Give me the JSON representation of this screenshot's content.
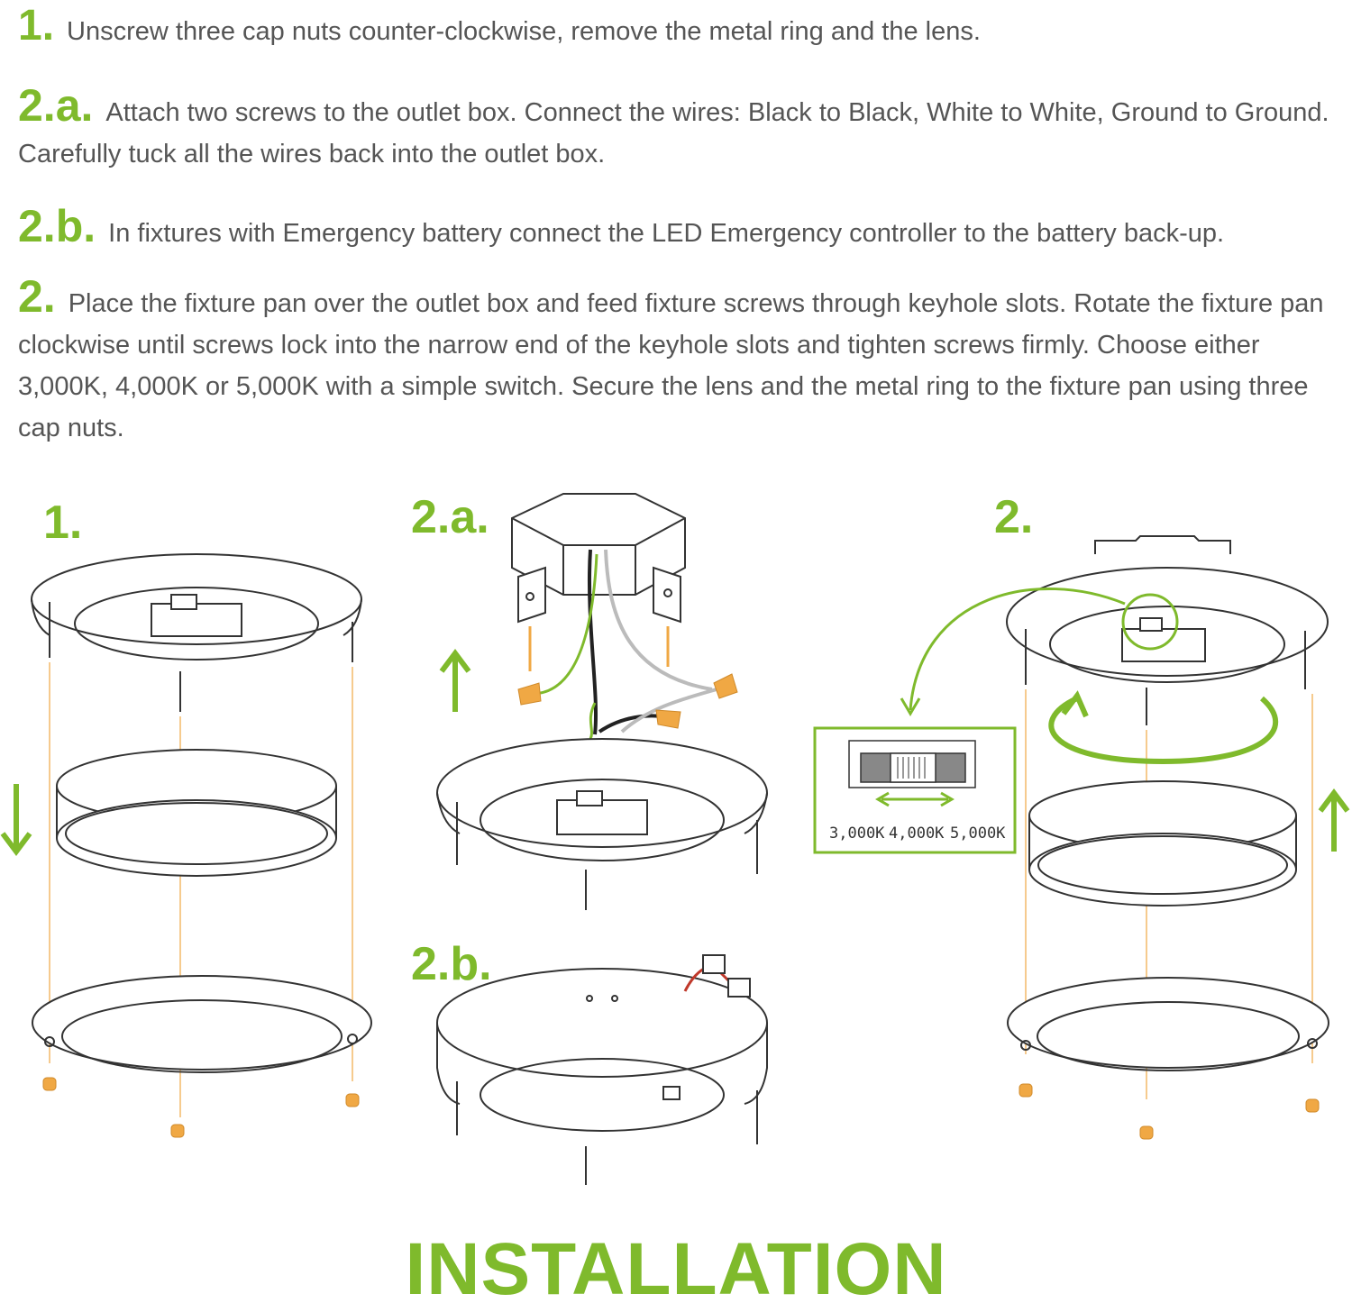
{
  "steps": [
    {
      "num": "1.",
      "text": "Unscrew three cap nuts counter-clockwise, remove the metal ring and the lens."
    },
    {
      "num": "2.a.",
      "text": "Attach two screws to the outlet box. Connect the wires: Black to Black, White to White, Ground to Ground. Carefully tuck all the wires back into the outlet box."
    },
    {
      "num": "2.b.",
      "text": "In fixtures with Emergency battery connect the LED Emergency controller to the battery back-up."
    },
    {
      "num": "2.",
      "text": "Place the fixture pan over the outlet box and feed fixture screws through keyhole slots. Rotate the fixture pan clockwise until screws lock into the narrow end of the keyhole slots and tighten screws firmly. Choose either 3,000K, 4,000K or 5,000K with a simple switch. Secure the lens and the metal ring to the fixture pan using three cap nuts."
    }
  ],
  "diagram_labels": {
    "d1": "1.",
    "d2a": "2.a.",
    "d2b": "2.b.",
    "d2": "2."
  },
  "switch_options": [
    "3,000K",
    "4,000K",
    "5,000K"
  ],
  "title": "INSTALLATION",
  "colors": {
    "accent": "#7fba2c",
    "cap_nut": "#f0a844",
    "wire_black": "#222222",
    "wire_white": "#bbbbbb",
    "wire_ground": "#7fba2c"
  }
}
